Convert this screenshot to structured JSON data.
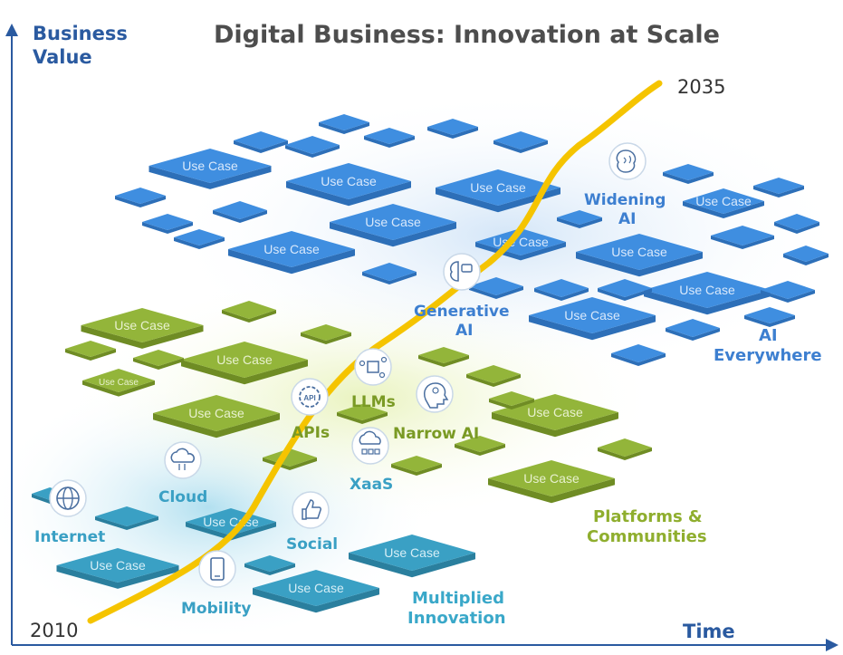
{
  "title": "Digital Business: Innovation at Scale",
  "axes": {
    "y_label_line1": "Business",
    "y_label_line2": "Value",
    "x_label": "Time",
    "start_year": "2010",
    "end_year": "2035"
  },
  "tile_label": "Use Case",
  "clusters": {
    "multiplied_innovation": {
      "line1": "Multiplied",
      "line2": "Innovation",
      "color": "#3aa8c9"
    },
    "platforms_communities": {
      "line1": "Platforms &",
      "line2": "Communities",
      "color": "#8fae2e"
    },
    "ai_everywhere": {
      "line1": "AI",
      "line2": "Everywhere",
      "color": "#3d7fd0"
    }
  },
  "milestones": {
    "internet": "Internet",
    "mobility": "Mobility",
    "cloud": "Cloud",
    "social": "Social",
    "apis": "APIs",
    "xaas": "XaaS",
    "llms": "LLMs",
    "narrow_ai": "Narrow AI",
    "generative_ai_line1": "Generative",
    "generative_ai_line2": "AI",
    "widening_ai_line1": "Widening",
    "widening_ai_line2": "AI"
  },
  "colors": {
    "axis": "#2a5aa0",
    "curve": "#f5c400",
    "teal_tile": "#3aa0c4",
    "green_tile": "#93b53a",
    "blue_tile": "#3f8ee0",
    "icon_stroke": "#4a6fa0"
  }
}
